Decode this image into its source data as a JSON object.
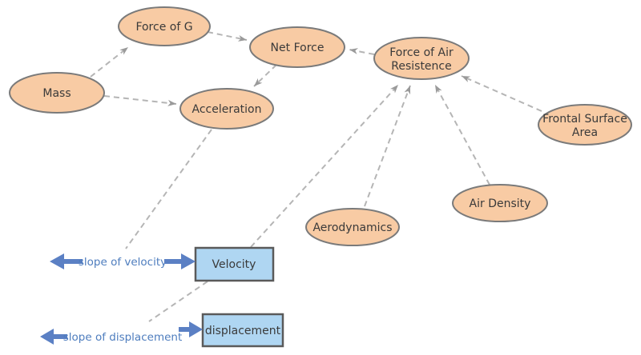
{
  "colors": {
    "background": "#FFFFFF",
    "node_fill": "#F8CBA4",
    "node_border": "#7A7A7A",
    "box_fill": "#AFD6F2",
    "box_border": "#5A5A5A",
    "connector": "#B5B5B5",
    "connector_arrowhead": "#9A9A9A",
    "annotation_arrow": "#5B80C4",
    "annotation_text": "#4E7DBE",
    "node_text": "#3A3A3A"
  },
  "diagram": {
    "nodes": {
      "mass": {
        "shape": "ellipse",
        "label": "Mass"
      },
      "force_of_g": {
        "shape": "ellipse",
        "label": "Force of G"
      },
      "net_force": {
        "shape": "ellipse",
        "label": "Net Force"
      },
      "acceleration": {
        "shape": "ellipse",
        "label": "Acceleration"
      },
      "force_of_air_resistence": {
        "shape": "ellipse",
        "label": "Force of Air Resistence",
        "line1": "Force of Air",
        "line2": "Resistence"
      },
      "frontal_surface_area": {
        "shape": "ellipse",
        "label": "Frontal Surface Area",
        "line1": "Frontal Surface",
        "line2": "Area"
      },
      "air_density": {
        "shape": "ellipse",
        "label": "Air Density"
      },
      "aerodynamics": {
        "shape": "ellipse",
        "label": "Aerodynamics"
      },
      "velocity": {
        "shape": "rect",
        "label": "Velocity"
      },
      "displacement": {
        "shape": "rect",
        "label": "displacement"
      }
    },
    "edges": [
      {
        "from": "mass",
        "to": "force_of_g",
        "style": "dashed",
        "arrow": "to"
      },
      {
        "from": "mass",
        "to": "acceleration",
        "style": "dashed",
        "arrow": "to"
      },
      {
        "from": "force_of_g",
        "to": "net_force",
        "style": "dashed",
        "arrow": "to"
      },
      {
        "from": "force_of_air_resistence",
        "to": "net_force",
        "style": "dashed",
        "arrow": "to"
      },
      {
        "from": "net_force",
        "to": "acceleration",
        "style": "dashed",
        "arrow": "to"
      },
      {
        "from": "velocity",
        "to": "force_of_air_resistence",
        "style": "dashed",
        "arrow": "to"
      },
      {
        "from": "aerodynamics",
        "to": "force_of_air_resistence",
        "style": "dashed",
        "arrow": "to"
      },
      {
        "from": "air_density",
        "to": "force_of_air_resistence",
        "style": "dashed",
        "arrow": "to"
      },
      {
        "from": "frontal_surface_area",
        "to": "force_of_air_resistence",
        "style": "dashed",
        "arrow": "to"
      },
      {
        "from": "acceleration",
        "to": "slope_of_velocity",
        "style": "dashed",
        "arrow": "none"
      },
      {
        "from": "velocity",
        "to": "slope_of_displacement",
        "style": "dashed",
        "arrow": "none"
      }
    ],
    "annotations": {
      "slope_of_velocity": {
        "label": "slope of velocity",
        "left_arrow": "points-left",
        "right_arrow": "points-right-into-velocity-box"
      },
      "slope_of_displacement": {
        "label": "slope of displacement",
        "left_arrow": "points-left",
        "right_arrow": "points-right-into-displacement-box"
      }
    }
  }
}
